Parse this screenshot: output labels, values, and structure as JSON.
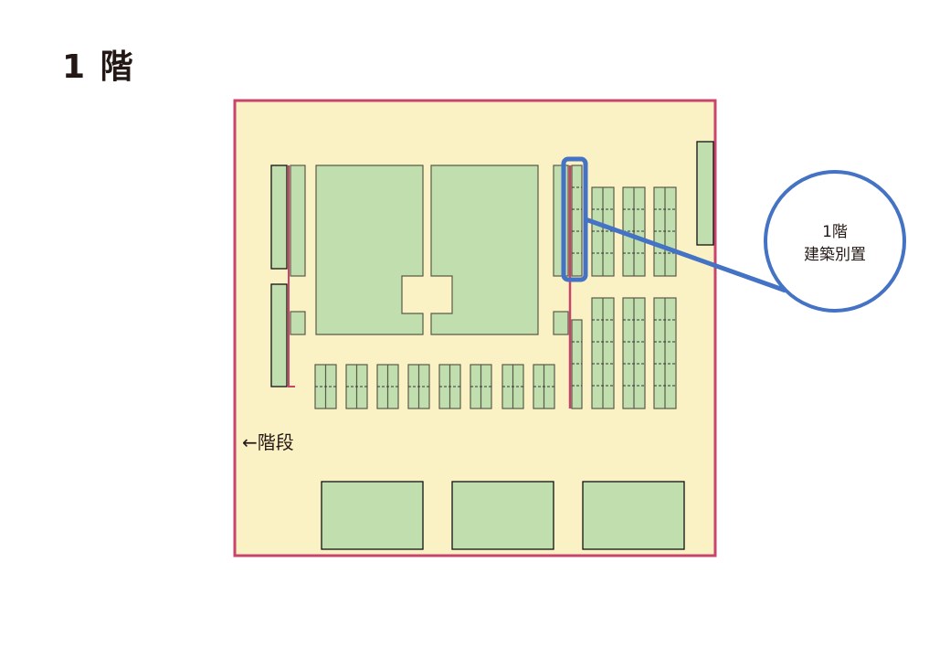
{
  "title": "1 階",
  "stairs_label": "←階段",
  "callout": {
    "line1": "1階",
    "line2": "建築別置"
  },
  "colors": {
    "floor_fill": "#faf1c4",
    "wall": "#c8446a",
    "booth": "#c1dfae",
    "highlight": "#4472c4"
  }
}
